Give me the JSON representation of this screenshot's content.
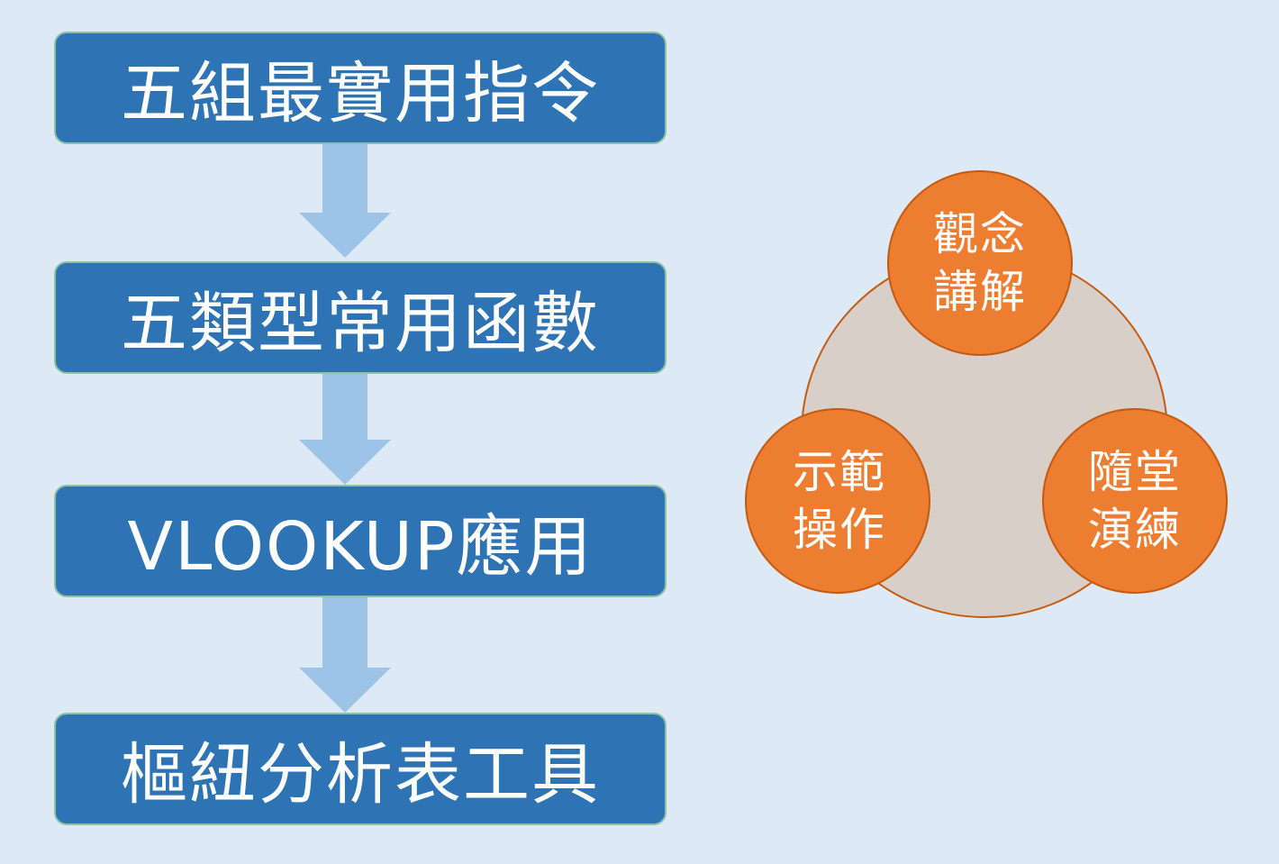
{
  "steps": [
    {
      "label": "五組最實用指令"
    },
    {
      "label": "五類型常用函數"
    },
    {
      "label": "VLOOKUP應用"
    },
    {
      "label": "樞紐分析表工具"
    }
  ],
  "cycle": {
    "nodes": [
      {
        "line1": "觀念",
        "line2": "講解"
      },
      {
        "line1": "示範",
        "line2": "操作"
      },
      {
        "line1": "隨堂",
        "line2": "演練"
      }
    ]
  },
  "colors": {
    "background": "#ddeaf5",
    "step_fill": "#2e74b5",
    "step_border": "#8fc2a0",
    "arrow": "#9dc3e6",
    "ring_fill": "#d9cfc9",
    "ring_stroke": "#c55a11",
    "node_fill": "#ed7d31"
  }
}
